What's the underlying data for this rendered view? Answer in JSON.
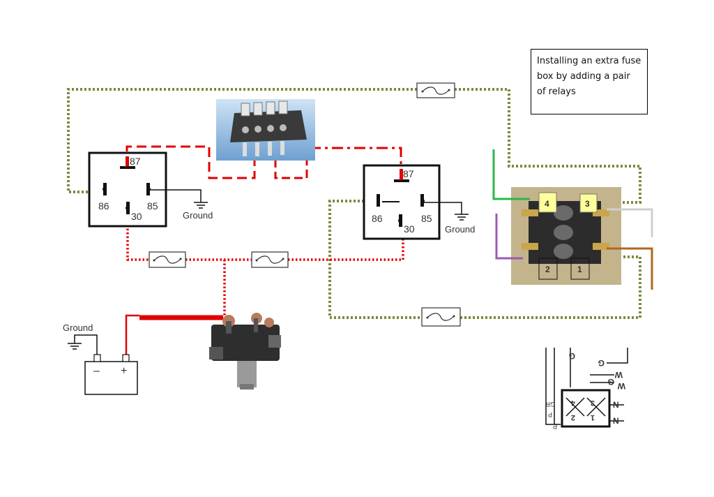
{
  "note": {
    "text": "Installing an extra fuse box by adding a pair of relays"
  },
  "relay_left": {
    "pins": [
      "87",
      "86",
      "85",
      "30"
    ],
    "ground_label": "Ground"
  },
  "relay_right": {
    "pins": [
      "87",
      "86",
      "85",
      "30"
    ],
    "ground_label": "Ground"
  },
  "battery": {
    "ground_label": "Ground",
    "minus": "–",
    "plus": "+"
  },
  "switch_photo": {
    "terminals": [
      "4",
      "3",
      "2",
      "1"
    ]
  },
  "schematic": {
    "labels": [
      "G",
      "G",
      "W",
      "G",
      "W",
      "N",
      "N",
      "4",
      "3",
      "2",
      "1",
      "GR",
      "P",
      "P"
    ]
  },
  "colors": {
    "olive_dotted": "#7a8a3c",
    "red_wire": "#e00000",
    "green_wire": "#29b84a",
    "purple_wire": "#9b59b6",
    "brown_wire": "#b5651d",
    "grey_wire": "#cfcfcf"
  }
}
